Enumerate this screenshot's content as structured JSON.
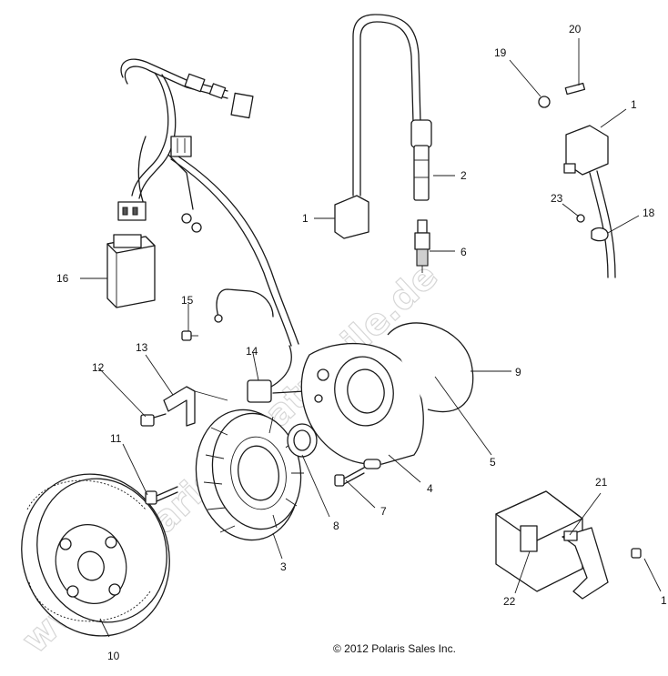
{
  "callouts": {
    "c1_top_right": "1",
    "c2": "2",
    "c1_coil": "1",
    "c3": "3",
    "c4": "4",
    "c5": "5",
    "c6": "6",
    "c7": "7",
    "c8": "8",
    "c9": "9",
    "c10": "10",
    "c11": "11",
    "c12": "12",
    "c13": "13",
    "c14": "14",
    "c15": "15",
    "c16": "16",
    "c18": "18",
    "c19": "19",
    "c20": "20",
    "c21": "21",
    "c22": "22",
    "c23": "23",
    "c1_bottom_right": "1"
  },
  "copyright": "© 2012 Polaris Sales Inc.",
  "watermark": "www.polaris-ersatzteile.de"
}
